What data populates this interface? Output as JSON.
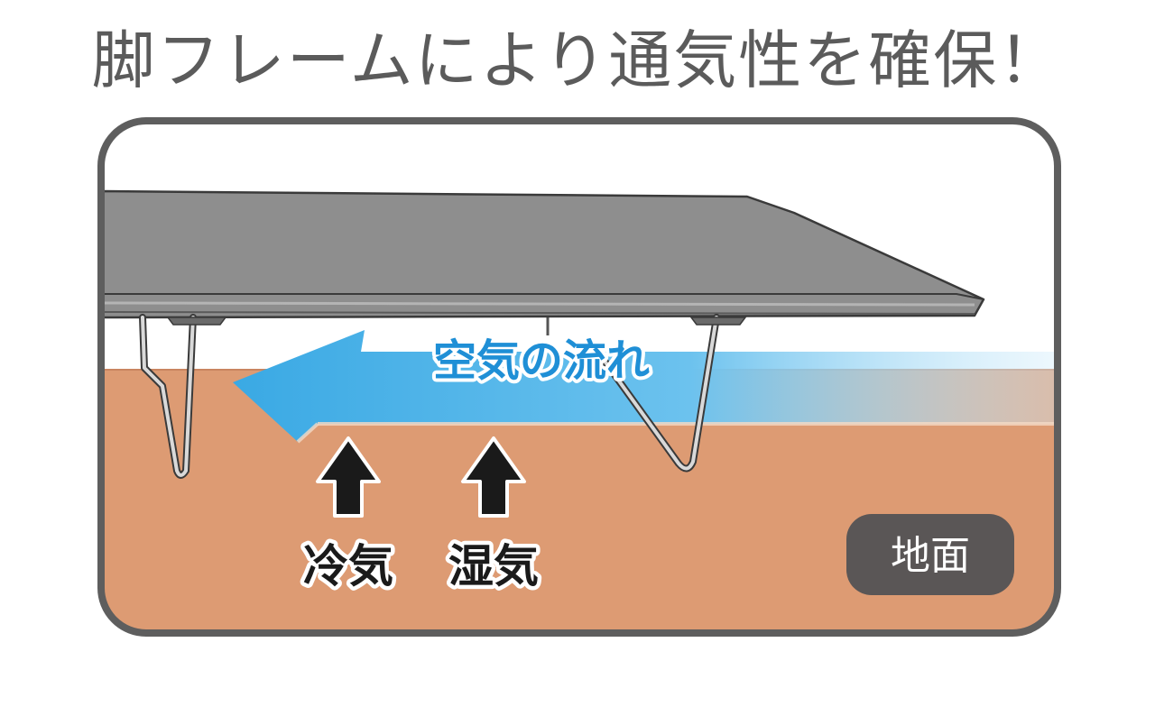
{
  "title": "脚フレームにより通気性を確保！",
  "airflow_label": "空気の流れ",
  "cold_air_label": "冷気",
  "humidity_label": "湿気",
  "ground_label": "地面",
  "colors": {
    "headline": "#5b5b5b",
    "frame_border": "#5e5e5e",
    "ground": "#dd9b73",
    "cot_fabric": "#8e8e8e",
    "airflow": "#4bb2e6",
    "badge": "#5a5656"
  }
}
